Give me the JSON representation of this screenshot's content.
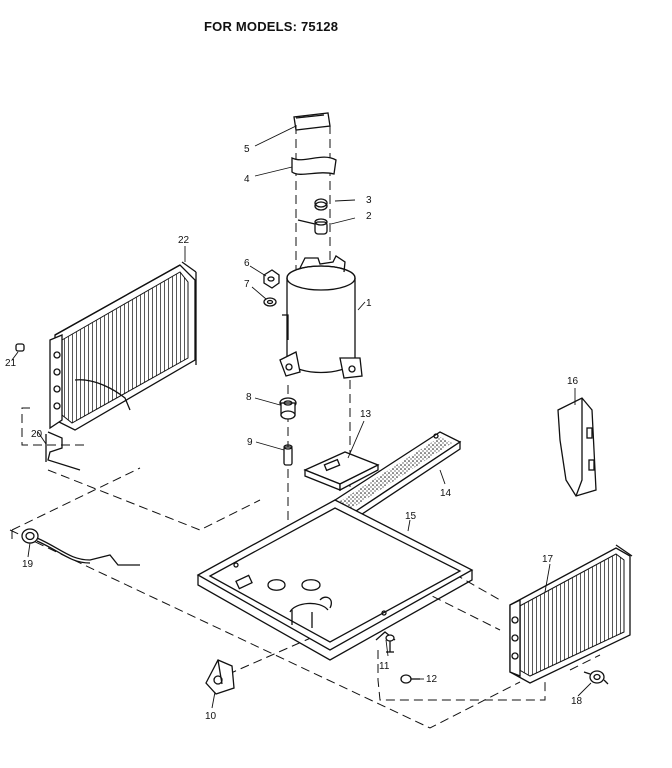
{
  "header": {
    "title": "FOR MODELS: 75128"
  },
  "diagram": {
    "callouts": [
      "1",
      "2",
      "3",
      "4",
      "5",
      "6",
      "7",
      "8",
      "9",
      "10",
      "11",
      "12",
      "13",
      "14",
      "15",
      "16",
      "17",
      "18",
      "19",
      "20",
      "21",
      "22"
    ]
  }
}
